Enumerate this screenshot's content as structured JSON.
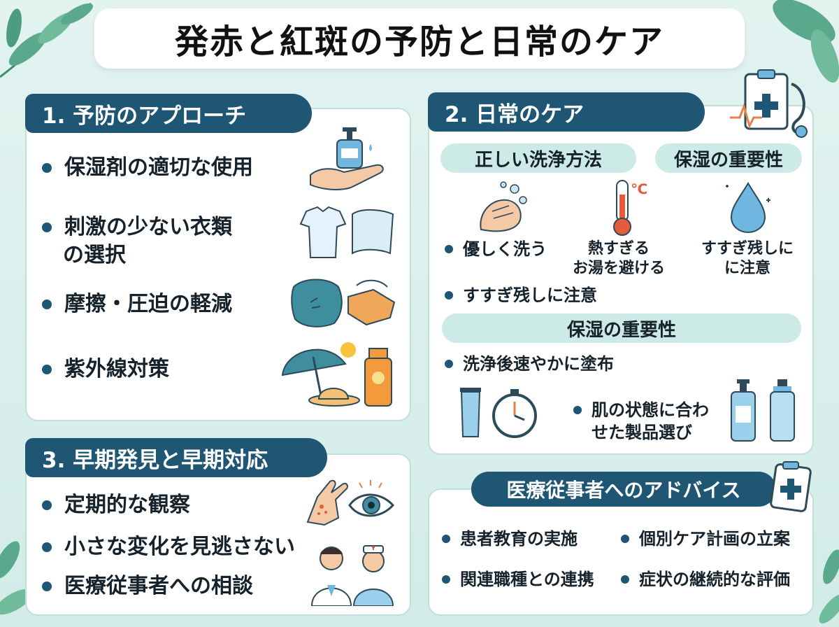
{
  "title": "発赤と紅斑の予防と日常のケア",
  "sections": {
    "prevention": {
      "heading": "1. 予防のアプローチ",
      "items": [
        "保湿剤の適切な使用",
        "刺激の少ない衣類",
        "の選択",
        "摩擦・圧迫の軽減",
        "紫外線対策"
      ]
    },
    "daily_care": {
      "heading": "2. 日常のケア",
      "pill_wash": "正しい洗浄方法",
      "pill_moisture": "保湿の重要性",
      "wash_item": "優しく洗う",
      "hot_caption_1": "熱すぎる",
      "hot_caption_2": "お湯を避ける",
      "rinse_caption_1": "すすぎ残しに",
      "rinse_caption_2": "に注意",
      "rinse_item": "すすぎ残しに注意",
      "moisture_bar": "保湿の重要性",
      "apply_item": "洗浄後速やかに塗布",
      "product_item_1": "肌の状態に合わ",
      "product_item_2": "せた製品選び",
      "thermo_unit": "℃"
    },
    "early": {
      "heading": "3. 早期発見と早期対応",
      "items": [
        "定期的な観察",
        "小さな変化を見逃さない",
        "医療従事者への相談"
      ]
    },
    "advice": {
      "heading": "医療従事者へのアドバイス",
      "items": [
        "患者教育の実施",
        "個別ケア計画の立案",
        "関連職種との連携",
        "症状の継続的な評価"
      ]
    }
  },
  "colors": {
    "navy": "#1e5674",
    "mint": "#cdebe6",
    "background": "#d8efeb",
    "leaf": "#5aa98c"
  }
}
